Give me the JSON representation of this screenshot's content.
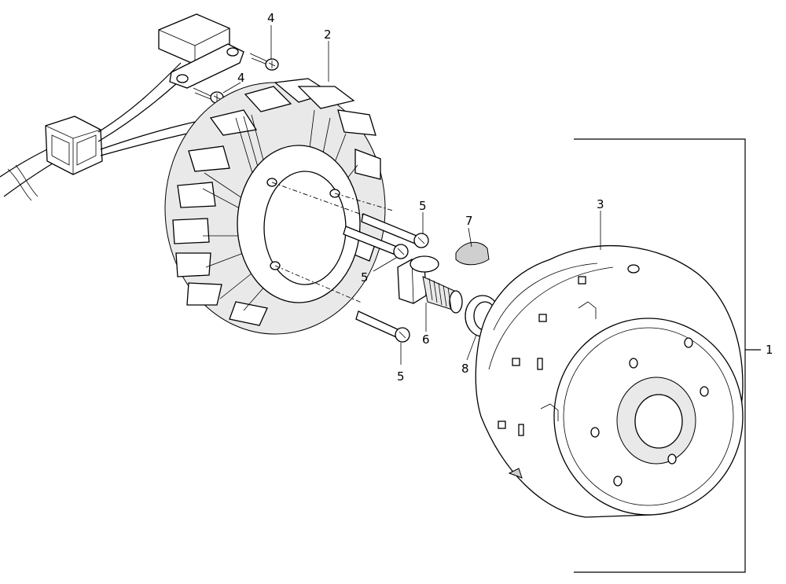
{
  "diagram": {
    "callouts": {
      "c1": "1",
      "c2": "2",
      "c3": "3",
      "c4a": "4",
      "c4b": "4",
      "c5a": "5",
      "c5b": "5",
      "c5c": "5",
      "c6": "6",
      "c7": "7",
      "c8": "8"
    },
    "parts": [
      {
        "name": "flywheel-assembly-bracket",
        "ref": "1"
      },
      {
        "name": "stator",
        "ref": "2"
      },
      {
        "name": "flywheel-rotor",
        "ref": "3"
      },
      {
        "name": "screw",
        "ref": "4"
      },
      {
        "name": "socket-bolt",
        "ref": "5"
      },
      {
        "name": "flywheel-nut-bolt",
        "ref": "6"
      },
      {
        "name": "woodruff-key",
        "ref": "7"
      },
      {
        "name": "washer",
        "ref": "8"
      }
    ]
  }
}
